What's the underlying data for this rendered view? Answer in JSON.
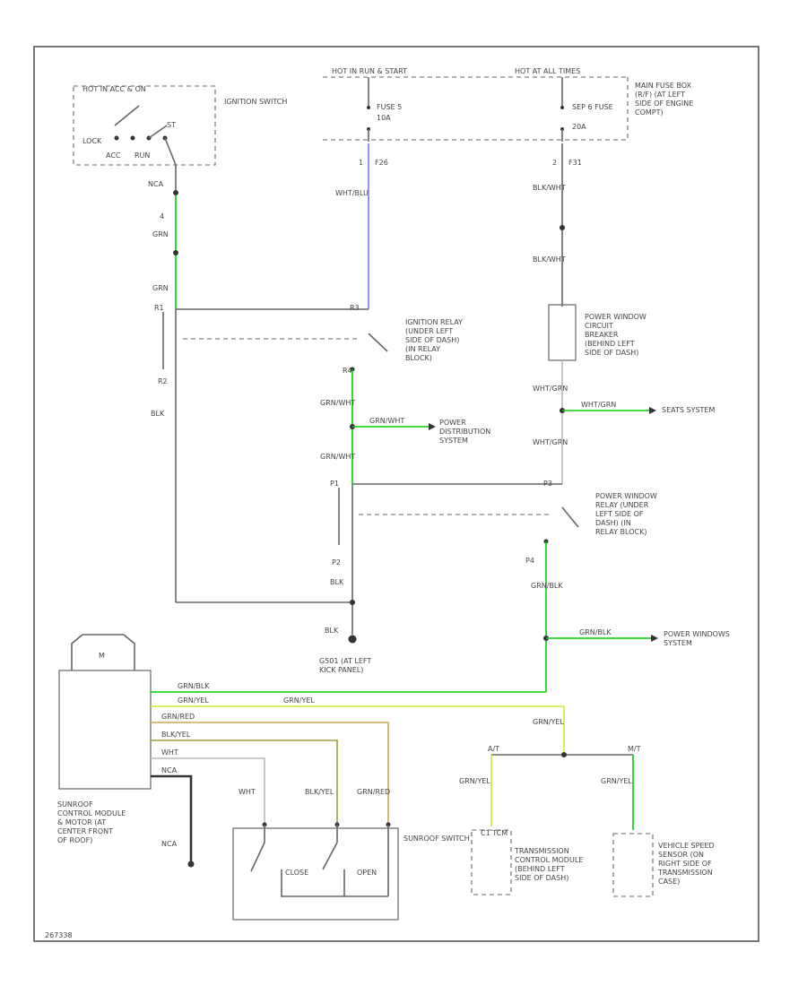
{
  "colors": {
    "grn": "#00d000",
    "blu": "#7777ff",
    "blk": "#333333",
    "wht": "#bbbbbb",
    "grn_yel": "#c8e63c",
    "grn_red": "#c8a85a",
    "blk_yel": "#a09a40"
  },
  "labels": {
    "hot_in_acc_on": "HOT IN ACC & ON",
    "ignition_switch": "IGNITION SWITCH",
    "lock": "LOCK",
    "st_label": "ST",
    "acc": "ACC",
    "run": "RUN",
    "hot_in_run": "HOT IN RUN & START",
    "hot_at_all_times": "HOT AT ALL TIMES",
    "main_fuse_box": "MAIN FUSE BOX (R/F) (AT LEFT SIDE OF ENGINE COMPT)",
    "fuse5": "FUSE 5",
    "fuse5_amp": "10A",
    "sub_fuse": "SEP 6 FUSE",
    "sub_fuse_amp": "20A",
    "f26": "F26",
    "f31": "F31",
    "pin1": "1",
    "pin2": "2",
    "wht_blu": "WHT/BLU",
    "blk_wht": "BLK/WHT",
    "nca": "NCA",
    "pin4": "4",
    "grn": "GRN",
    "ignition_relay": "IGNITION RELAY (UNDER LEFT SIDE OF DASH) (IN RELAY BLOCK)",
    "pwr_win_cb": "POWER WINDOW CIRCUIT BREAKER (BEHIND LEFT SIDE OF DASH)",
    "r1": "R1",
    "r2": "R2",
    "r3": "R3",
    "r4": "R4",
    "p1": "P1",
    "p2": "P2",
    "p3": "P3",
    "p4": "P4",
    "blk": "BLK",
    "grn_wht": "GRN/WHT",
    "grn_wht_arrow": "GRN/WHT",
    "power_distribution": "POWER DISTRIBUTION SYSTEM",
    "wht_grn": "WHT/GRN",
    "wht_grn_arrow": "WHT/GRN",
    "seats_system": "SEATS SYSTEM",
    "power_window_relay": "POWER WINDOW RELAY (UNDER LEFT SIDE OF DASH) (IN RELAY BLOCK)",
    "grn_blk": "GRN/BLK",
    "grn_blk_arrow": "GRN/BLK",
    "power_windows": "POWER WINDOWS SYSTEM",
    "g_ground": "G501 (AT LEFT KICK PANEL)",
    "motor_m": "M",
    "grn_blk_wire": "GRN/BLK",
    "grn_yel_wire": "GRN/YEL",
    "grn_red_wire": "GRN/RED",
    "blk_yel_wire": "BLK/YEL",
    "wht_wire": "WHT",
    "nca_wire": "NCA",
    "grn_yel": "GRN/YEL",
    "blk_yel": "BLK/YEL",
    "grn_red": "GRN/RED",
    "at": "A/T",
    "mt": "M/T",
    "sunroof_module": "SUNROOF CONTROL MODULE & MOTOR (AT CENTER FRONT OF ROOF)",
    "nca_bottom": "NCA",
    "sunroof_switch": "SUNROOF SWITCH",
    "close": "CLOSE",
    "open": "OPEN",
    "tcm": "TRANSMISSION CONTROL MODULE (BEHIND LEFT SIDE OF DASH)",
    "c_label": "C1 TCM",
    "vss": "VEHICLE SPEED SENSOR (ON RIGHT SIDE OF TRANSMISSION CASE)",
    "code": "267338"
  }
}
